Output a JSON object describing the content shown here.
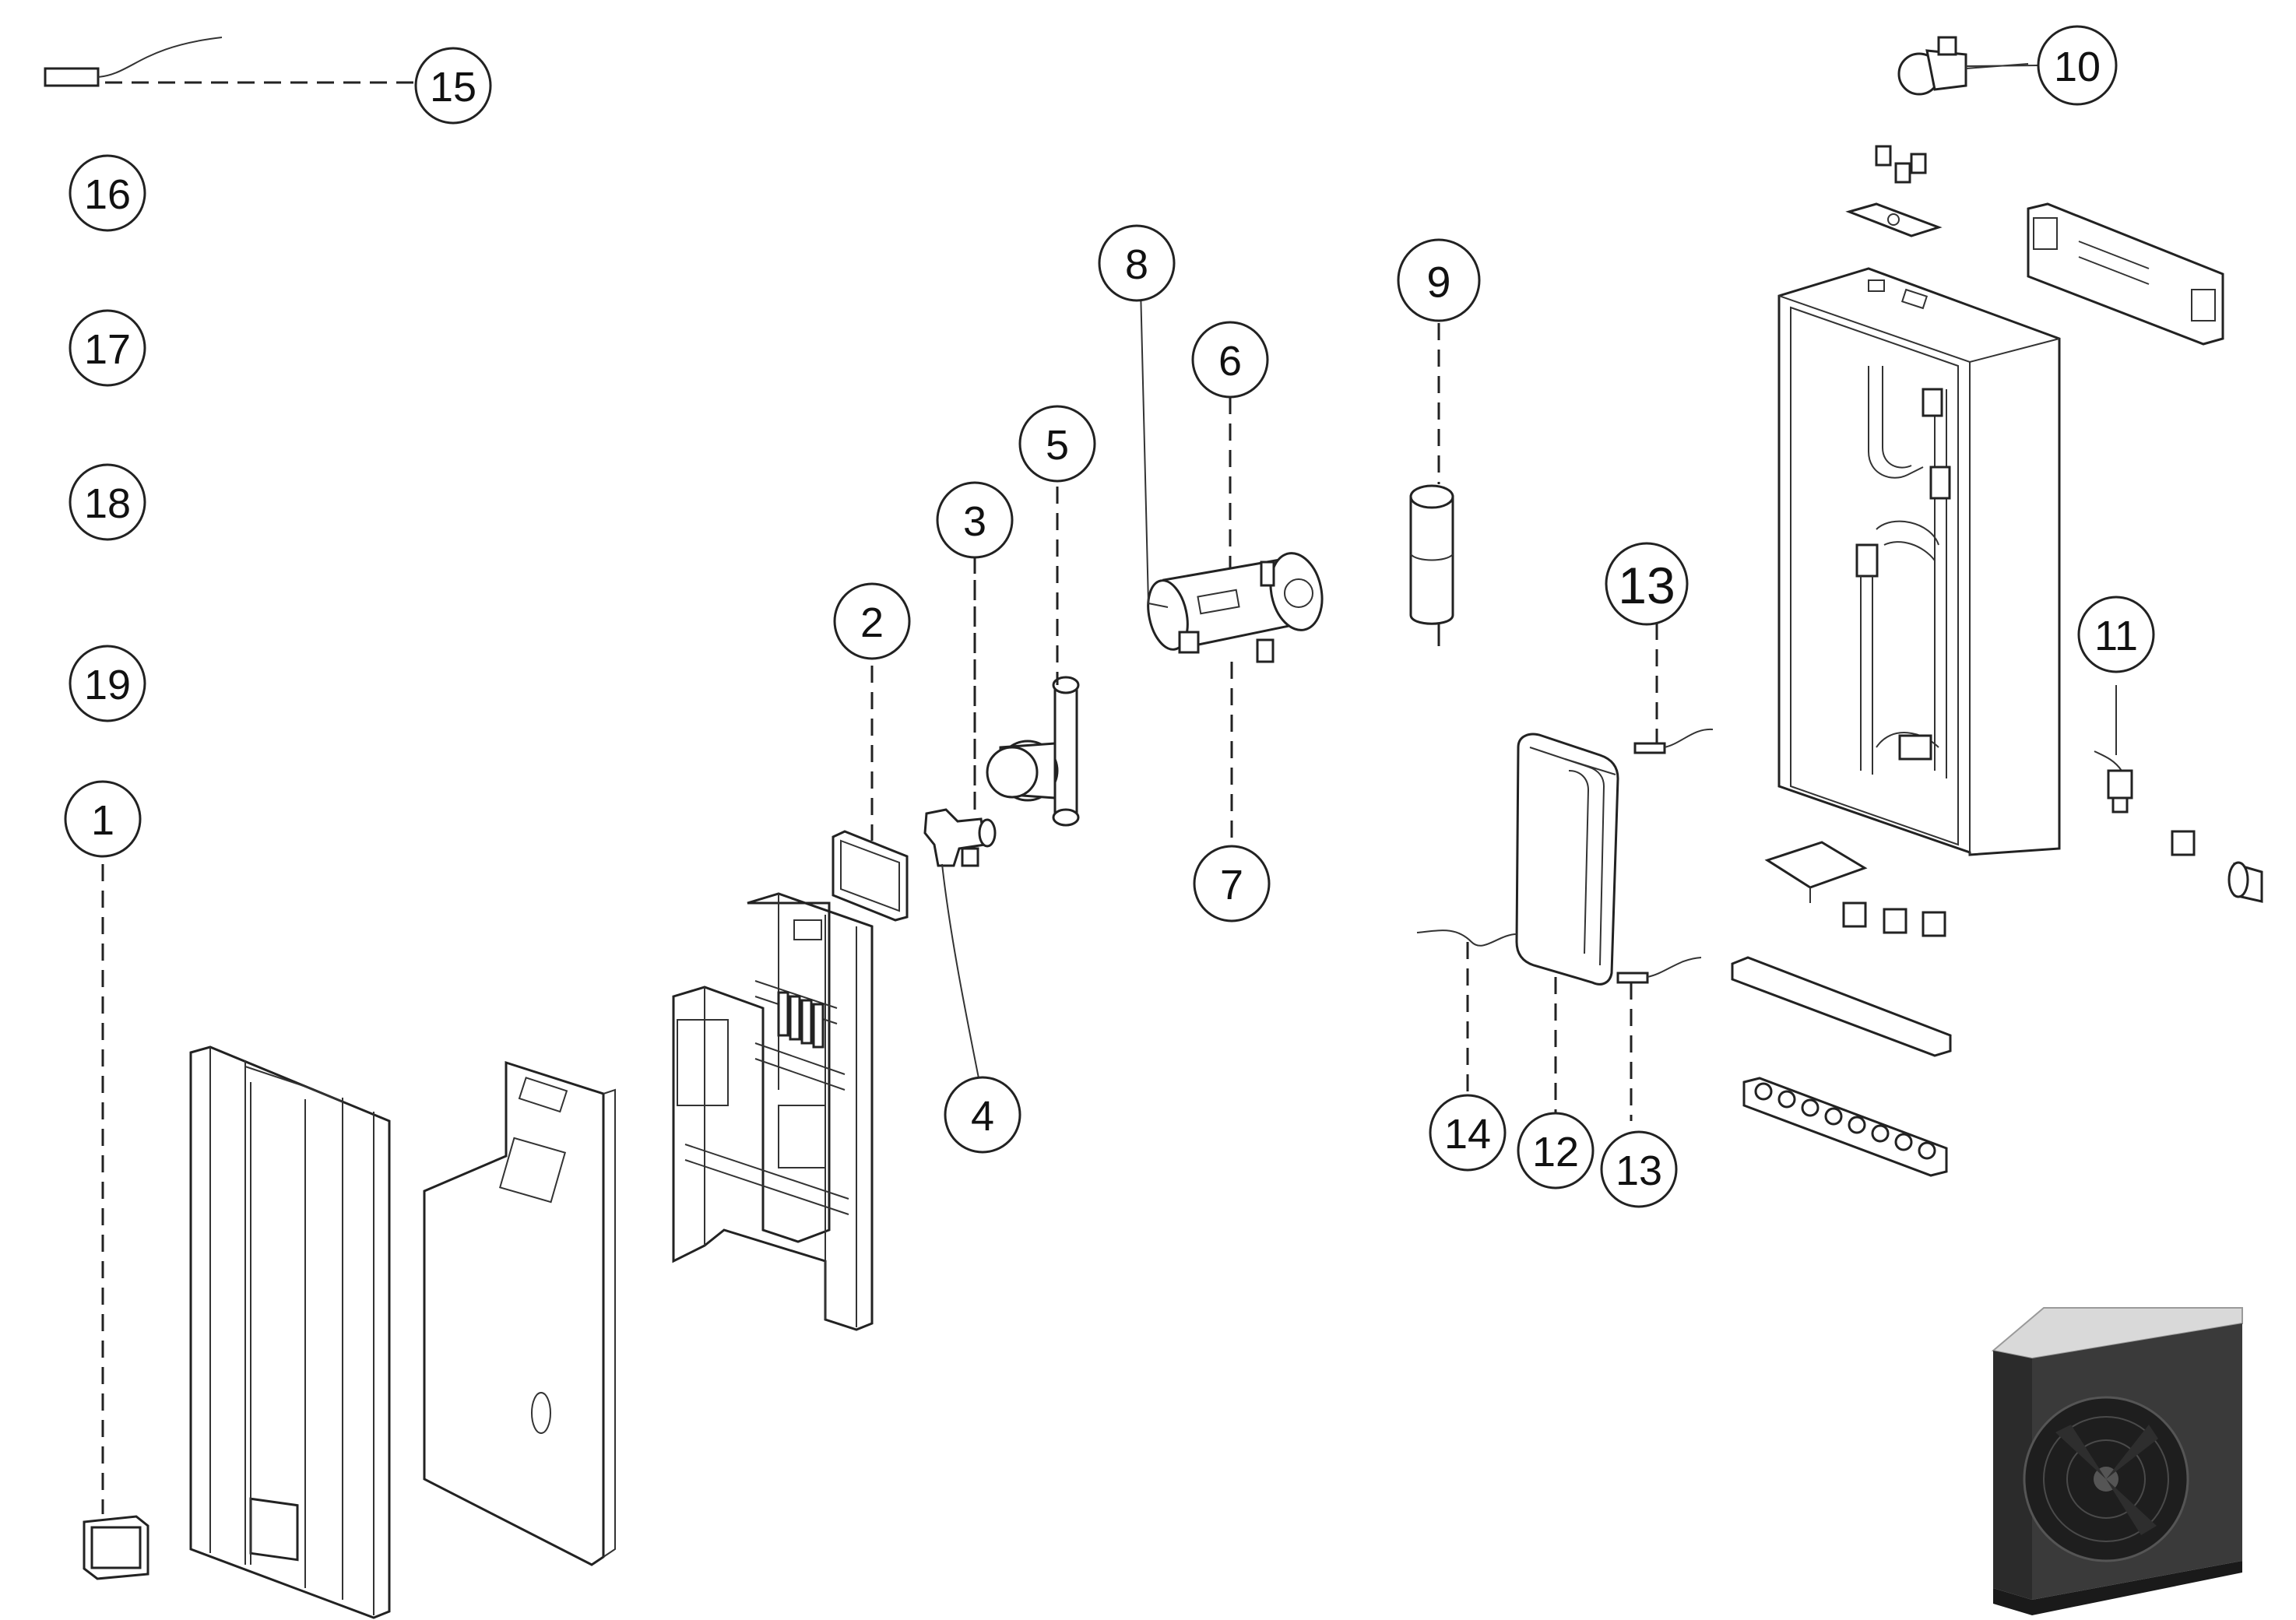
{
  "callouts": [
    {
      "id": "c15",
      "text": "15"
    },
    {
      "id": "c16",
      "text": "16"
    },
    {
      "id": "c17",
      "text": "17"
    },
    {
      "id": "c18",
      "text": "18"
    },
    {
      "id": "c19",
      "text": "19"
    },
    {
      "id": "c1",
      "text": "1"
    },
    {
      "id": "c2",
      "text": "2"
    },
    {
      "id": "c3",
      "text": "3"
    },
    {
      "id": "c4",
      "text": "4"
    },
    {
      "id": "c5",
      "text": "5"
    },
    {
      "id": "c6",
      "text": "6"
    },
    {
      "id": "c7",
      "text": "7"
    },
    {
      "id": "c8",
      "text": "8"
    },
    {
      "id": "c9",
      "text": "9"
    },
    {
      "id": "c10",
      "text": "10"
    },
    {
      "id": "c11",
      "text": "11"
    },
    {
      "id": "c12",
      "text": "12"
    },
    {
      "id": "c13a",
      "text": "13"
    },
    {
      "id": "c13b",
      "text": "13"
    },
    {
      "id": "c14",
      "text": "14"
    }
  ],
  "colors": {
    "line": "#222222",
    "unit_body": "#3a3a3a",
    "unit_top": "#d9d9d9"
  }
}
